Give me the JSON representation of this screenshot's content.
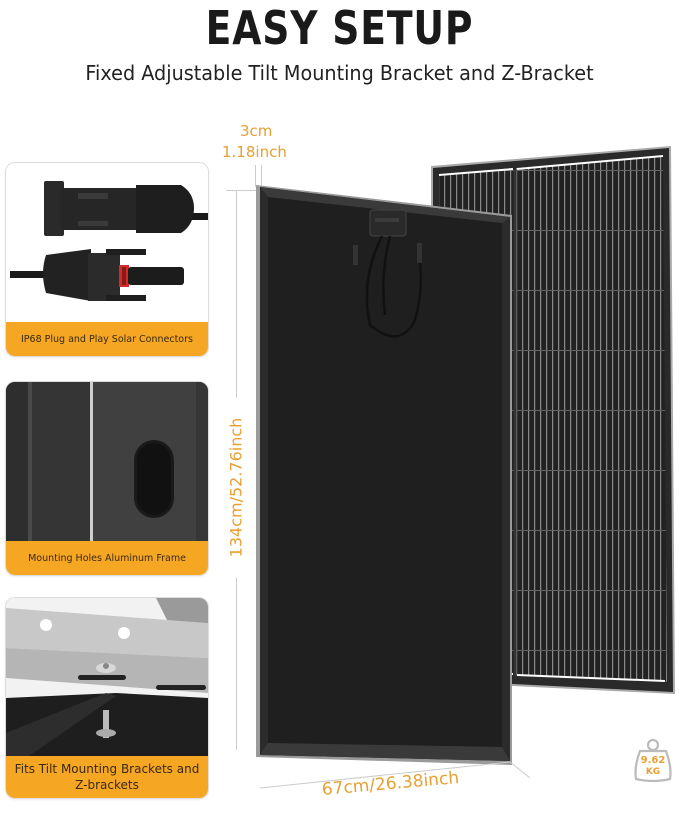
{
  "header": {
    "title": "EASY SETUP",
    "subtitle": "Fixed Adjustable Tilt Mounting Bracket and Z-Bracket"
  },
  "features": [
    {
      "caption": "IP68 Plug and Play Solar Connectors",
      "icon": "mc4-connector-image"
    },
    {
      "caption": "Mounting Holes Aluminum Frame",
      "icon": "frame-mounting-hole-image"
    },
    {
      "caption_line1": "Fits Tilt Mounting Brackets and",
      "caption_line2": "Z-brackets",
      "icon": "bracket-bolt-image"
    }
  ],
  "dimensions": {
    "thickness_cm": "3cm",
    "thickness_in": "1.18inch",
    "height": "134cm/52.76inch",
    "width": "67cm/26.38inch"
  },
  "weight": {
    "value": "9.62",
    "unit": "KG",
    "icon": "weight-icon"
  },
  "colors": {
    "accent": "#f5a623",
    "dimension_text": "#e8a032",
    "panel_dark": "#1f1f1f",
    "frame": "#3a3a3a"
  }
}
